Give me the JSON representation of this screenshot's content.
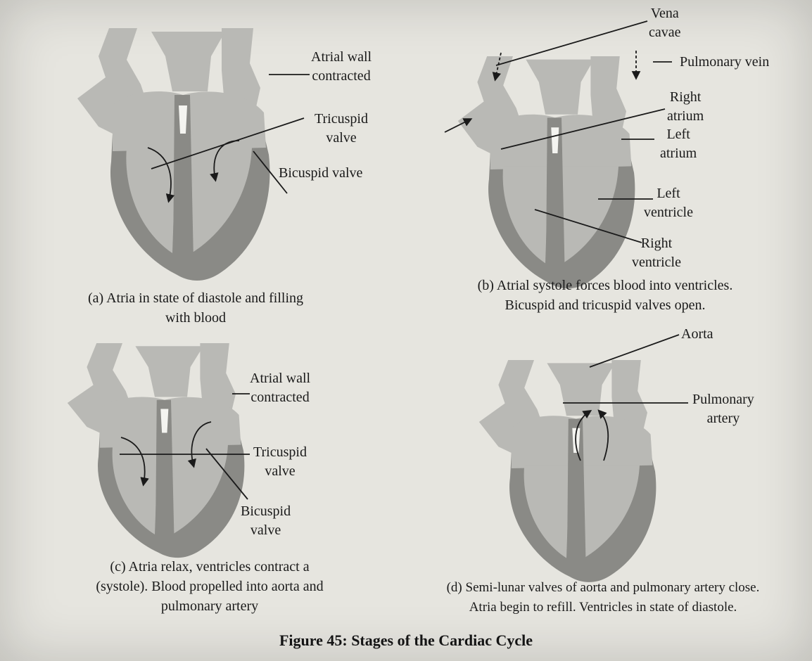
{
  "title": "Figure 45: Stages of the Cardiac Cycle",
  "panels": {
    "a": {
      "caption_line1": "(a) Atria in state of diastole and filling",
      "caption_line2": "with blood",
      "labels": {
        "atrial_wall_1": "Atrial wall",
        "atrial_wall_2": "contracted",
        "tricuspid_1": "Tricuspid",
        "tricuspid_2": "valve",
        "bicuspid": "Bicuspid valve"
      }
    },
    "b": {
      "caption_line1": "(b) Atrial systole forces blood into ventricles.",
      "caption_line2": "Bicuspid and tricuspid valves open.",
      "labels": {
        "vena_1": "Vena",
        "vena_2": "cavae",
        "pulmonary_vein": "Pulmonary vein",
        "right_atrium_1": "Right",
        "right_atrium_2": "atrium",
        "left_atrium_1": "Left",
        "left_atrium_2": "atrium",
        "left_ventricle_1": "Left",
        "left_ventricle_2": "ventricle",
        "right_ventricle_1": "Right",
        "right_ventricle_2": "ventricle"
      }
    },
    "c": {
      "caption_line1": "(c) Atria relax, ventricles contract a",
      "caption_line2": "(systole). Blood propelled into aorta and",
      "caption_line3": "pulmonary artery",
      "labels": {
        "atrial_wall_1": "Atrial wall",
        "atrial_wall_2": "contracted",
        "tricuspid_1": "Tricuspid",
        "tricuspid_2": "valve",
        "bicuspid_1": "Bicuspid",
        "bicuspid_2": "valve"
      }
    },
    "d": {
      "caption_line1": "(d) Semi-lunar valves of aorta and pulmonary artery close.",
      "caption_line2": "Atria begin to refill. Ventricles in state of diastole.",
      "labels": {
        "aorta": "Aorta",
        "pulmonary_artery_1": "Pulmonary",
        "pulmonary_artery_2": "artery"
      }
    }
  },
  "colors": {
    "paper": "#e6e5df",
    "heart_light": "#b9b9b5",
    "heart_dark": "#8a8a86",
    "ink": "#1a1a1a"
  }
}
